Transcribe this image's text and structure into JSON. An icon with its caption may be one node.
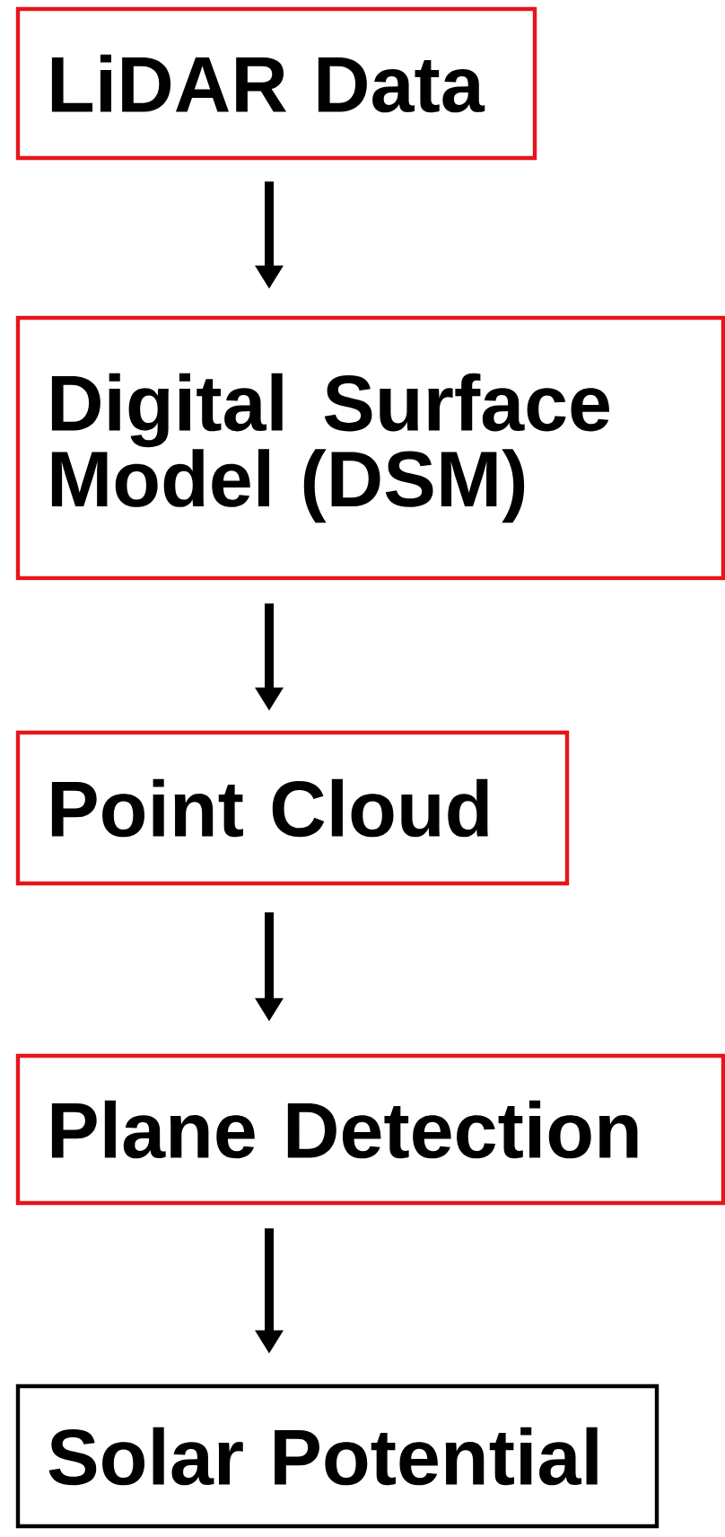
{
  "diagram": {
    "nodes": [
      {
        "text": [
          "LiDAR Data"
        ]
      },
      {
        "text": [
          "Digital Surface Model (DSM)"
        ]
      },
      {
        "text": [
          "Point Cloud"
        ]
      },
      {
        "text": [
          "Plane Detection"
        ]
      },
      {
        "text": [
          "Solar Potential"
        ]
      }
    ],
    "edges": [
      {
        "from": 0,
        "to": 1,
        "arrow": "to"
      },
      {
        "from": 1,
        "to": 2,
        "arrow": "to"
      },
      {
        "from": 2,
        "to": 3,
        "arrow": "to"
      },
      {
        "from": 3,
        "to": 4,
        "arrow": "to"
      }
    ]
  }
}
